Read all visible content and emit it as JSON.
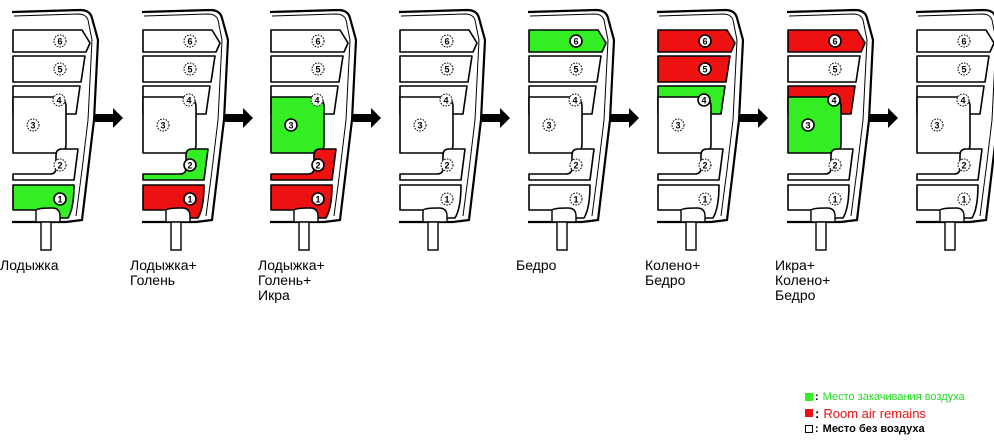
{
  "colors": {
    "inflating": "#33ee22",
    "air_remains": "#ee1111",
    "no_air": "#ffffff",
    "outline": "#000000"
  },
  "zone_numbers": [
    "1",
    "2",
    "3",
    "4",
    "5",
    "6"
  ],
  "stages": [
    {
      "label": [
        "Лодыжка"
      ],
      "zones": {
        "1": "inflating"
      }
    },
    {
      "label": [
        "Лодыжка+",
        "Голень"
      ],
      "zones": {
        "1": "air_remains",
        "2": "inflating"
      }
    },
    {
      "label": [
        "Лодыжка+",
        "Голень+",
        "Икра"
      ],
      "zones": {
        "1": "air_remains",
        "2": "air_remains",
        "3": "inflating"
      }
    },
    {
      "label": [],
      "zones": {}
    },
    {
      "label": [
        "Бедро"
      ],
      "zones": {
        "6": "inflating"
      }
    },
    {
      "label": [
        "Колено+",
        "Бедро"
      ],
      "zones": {
        "4": "inflating",
        "6": "air_remains",
        "5": "air_remains"
      }
    },
    {
      "label": [
        "Икра+",
        "Колено+",
        "Бедро"
      ],
      "zones": {
        "3": "inflating",
        "4": "air_remains",
        "6": "air_remains"
      }
    },
    {
      "label": [],
      "zones": {}
    }
  ],
  "legend": {
    "inflating": "Место закачивания воздуха",
    "air_remains": "Room air remains",
    "no_air": "Место без воздуха"
  }
}
